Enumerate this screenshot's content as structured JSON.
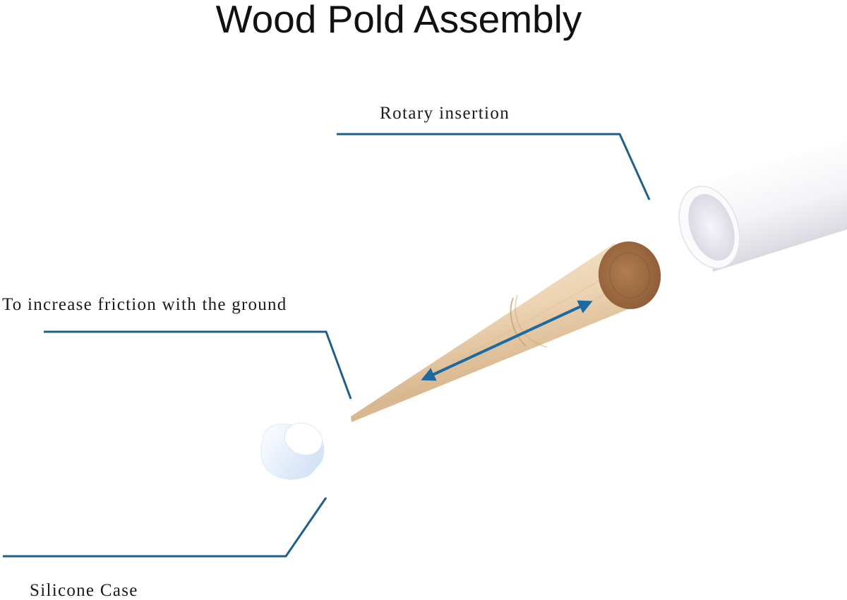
{
  "title": "Wood Pold Assembly",
  "labels": {
    "rotary_insertion": "Rotary insertion",
    "friction": "To increase friction with the ground",
    "silicone_case": "Silicone Case"
  },
  "colors": {
    "leader_line": "#1f5f8b",
    "arrow": "#1d6aa0",
    "wood": "#ecd3b3",
    "wood_end": "#a26e44",
    "tube": "#f4f4f7",
    "cap": "#e4eefa"
  }
}
